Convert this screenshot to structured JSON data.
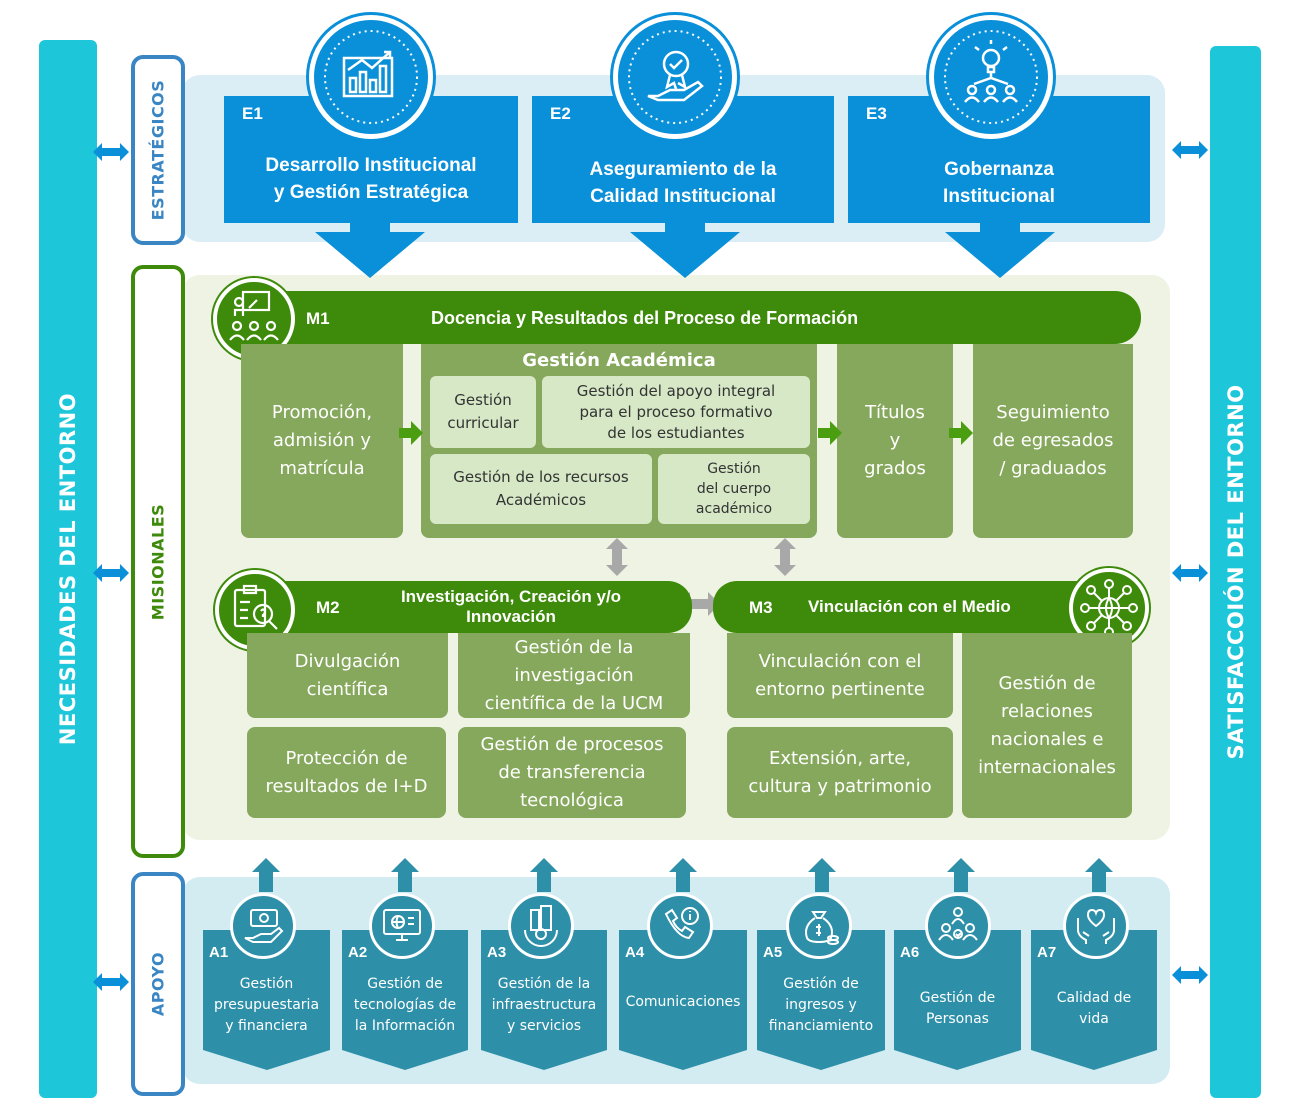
{
  "left_bar": "NECESIDADES DEL ENTORNO",
  "right_bar": "SATISFACCOIÓN DEL ENTORNO",
  "sections": {
    "strategic": "ESTRATÉGICOS",
    "missional": "MISIONALES",
    "support": "APOYO"
  },
  "strategic": [
    {
      "code": "E1",
      "title_l1": "Desarrollo Institucional",
      "title_l2": "y Gestión Estratégica",
      "icon": "growth-chart-icon"
    },
    {
      "code": "E2",
      "title_l1": "Aseguramiento de la",
      "title_l2": "Calidad Institucional",
      "icon": "quality-badge-hand-icon"
    },
    {
      "code": "E3",
      "title_l1": "Gobernanza",
      "title_l2": "Institucional",
      "icon": "idea-team-icon"
    }
  ],
  "m1": {
    "code": "M1",
    "title": "Docencia y Resultados del Proceso de Formación",
    "promo": [
      "Promoción,",
      "admisión y",
      "matrícula"
    ],
    "academic": {
      "title": "Gestión Académica",
      "curricular": [
        "Gestión",
        "curricular"
      ],
      "apoyo": [
        "Gestión del apoyo integral",
        "para el proceso formativo",
        "de los estudiantes"
      ],
      "recursos": [
        "Gestión de los recursos",
        "Académicos"
      ],
      "cuerpo": [
        "Gestión",
        "del cuerpo",
        "académico"
      ]
    },
    "titulos": [
      "Títulos",
      "y",
      "grados"
    ],
    "seguimiento": [
      "Seguimiento",
      "de egresados",
      "/ graduados"
    ]
  },
  "m2": {
    "code": "M2",
    "title_l1": "Investigación, Creación y/o",
    "title_l2": "Innovación",
    "items": [
      [
        "Divulgación",
        "científica"
      ],
      [
        "Gestión de la",
        "investigación",
        "científica de la UCM"
      ],
      [
        "Protección de",
        "resultados de I+D"
      ],
      [
        "Gestión de procesos",
        "de transferencia",
        "tecnológica"
      ]
    ]
  },
  "m3": {
    "code": "M3",
    "title": "Vinculación con el Medio",
    "items": [
      [
        "Vinculación con el",
        "entorno pertinente"
      ],
      [
        "Extensión, arte,",
        "cultura y patrimonio"
      ],
      [
        "Gestión de",
        "relaciones",
        "nacionales e",
        "internacionales"
      ]
    ]
  },
  "support": [
    {
      "code": "A1",
      "lines": [
        "Gestión",
        "presupuestaria",
        "y financiera"
      ],
      "icon": "money-hand-icon"
    },
    {
      "code": "A2",
      "lines": [
        "Gestión de",
        "tecnologías de",
        "la Información"
      ],
      "icon": "computer-network-icon"
    },
    {
      "code": "A3",
      "lines": [
        "Gestión de la",
        "infraestructura",
        "y servicios"
      ],
      "icon": "buildings-gear-icon"
    },
    {
      "code": "A4",
      "lines": [
        "Comunicaciones"
      ],
      "icon": "phone-info-icon"
    },
    {
      "code": "A5",
      "lines": [
        "Gestión de",
        "ingresos y",
        "financiamiento"
      ],
      "icon": "money-bag-icon"
    },
    {
      "code": "A6",
      "lines": [
        "Gestión de",
        "Personas"
      ],
      "icon": "people-team-icon"
    },
    {
      "code": "A7",
      "lines": [
        "Calidad de",
        "vida"
      ],
      "icon": "heart-hands-icon"
    }
  ],
  "colors": {
    "blue": "#0a8fd9",
    "cyan": "#1ec6d9",
    "green_dark": "#3e8a0a",
    "green_mid": "#86a85c",
    "green_light": "#d6e8c6",
    "teal": "#2d8fa8"
  }
}
